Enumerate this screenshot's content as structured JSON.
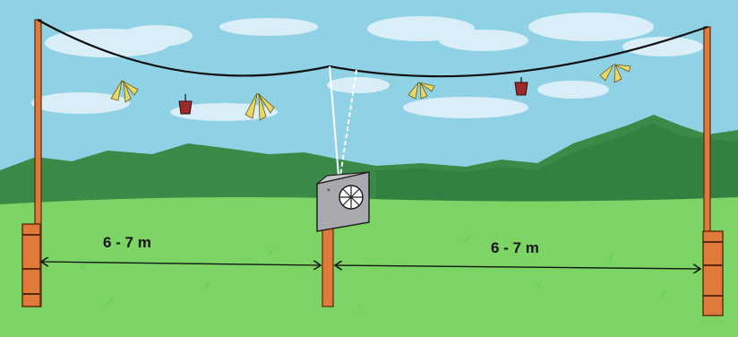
{
  "labels": {
    "left_distance": "6 - 7 m",
    "right_distance": "6 - 7 m"
  },
  "colors": {
    "sky": "#8fd2e6",
    "mountains": "#3a8a48",
    "grass": "#7bd463",
    "pole": "#e07a3a",
    "box": "#a9aab0",
    "cup": "#9c2a2a",
    "tassel": "#e8d76a",
    "wire": "#111111"
  },
  "items": {
    "hanging_cups": 2,
    "hanging_tassels": 4
  }
}
